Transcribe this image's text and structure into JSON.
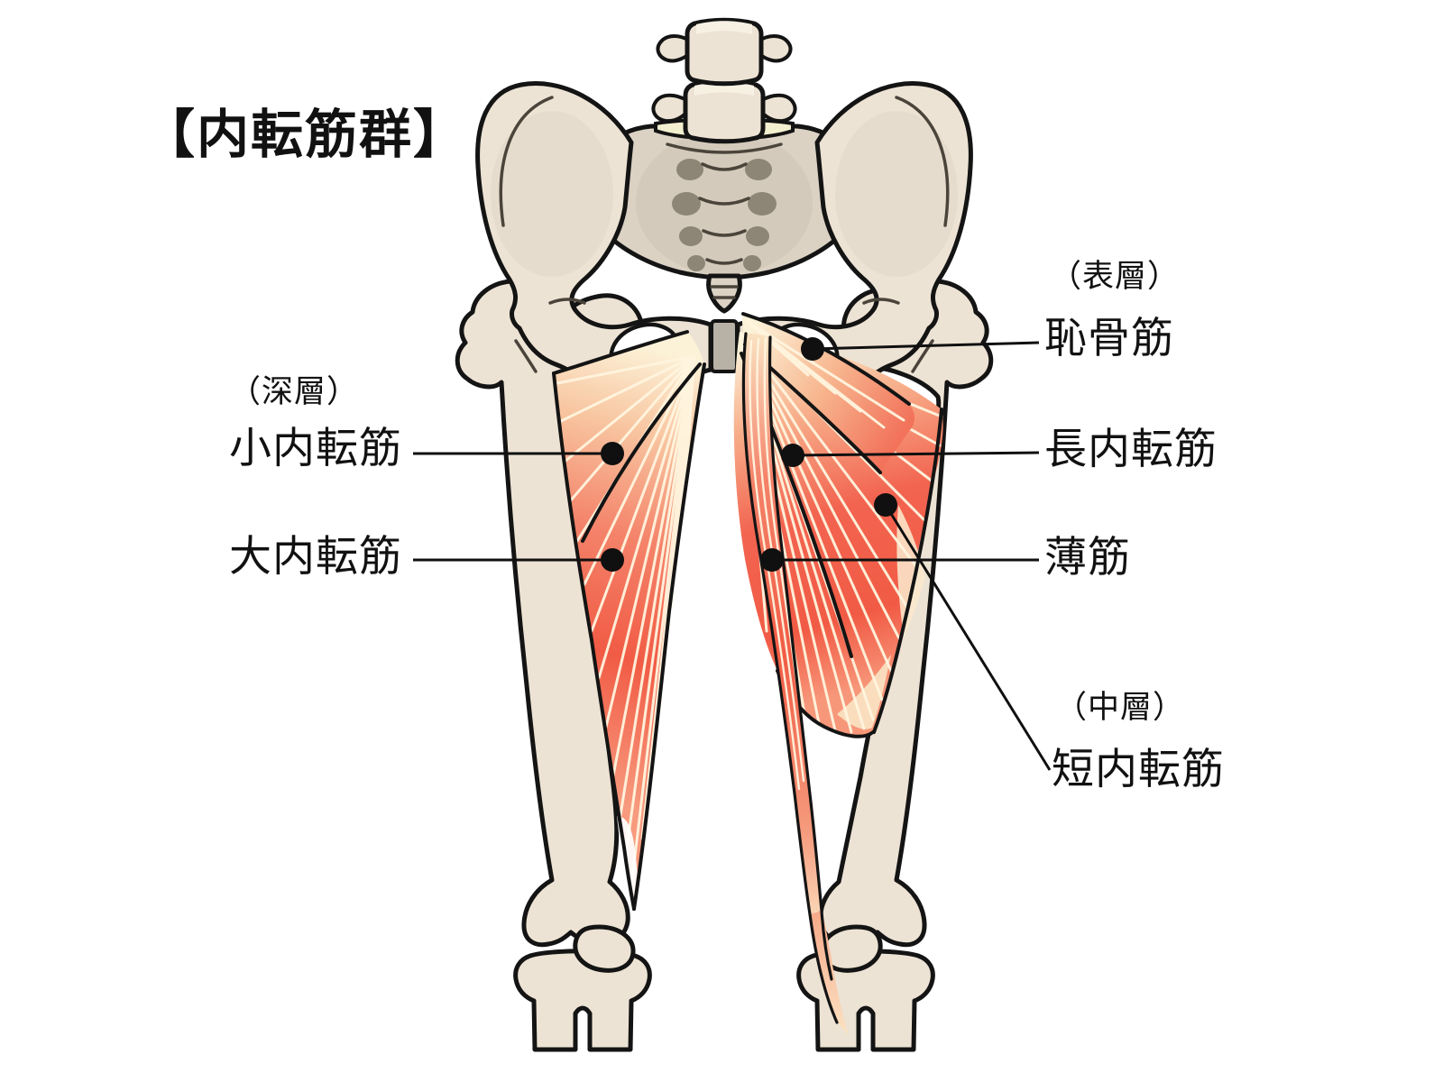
{
  "title": "【内転筋群】",
  "legend": {
    "superficial_layer": "（表層）",
    "middle_layer": "（中層）",
    "deep_layer": "（深層）"
  },
  "muscles": {
    "pectineus": "恥骨筋",
    "adductor_longus": "長内転筋",
    "gracilis": "薄筋",
    "adductor_brevis": "短内転筋",
    "adductor_minimus": "小内転筋",
    "adductor_magnus": "大内転筋"
  },
  "colors": {
    "background": "#FFFFFF",
    "bone": "#EDE3D4",
    "bone_shadow": "#E2D8C9",
    "sacrum": "#DBD2C4",
    "foramen": "#8D8677",
    "outline": "#141414",
    "symphysis": "#B8B1A5",
    "disc": "#F3F0D0",
    "muscle_red": "#F15B45",
    "muscle_light": "#F7B68F",
    "muscle_cream": "#FBEFD4",
    "ink": "#111111"
  }
}
